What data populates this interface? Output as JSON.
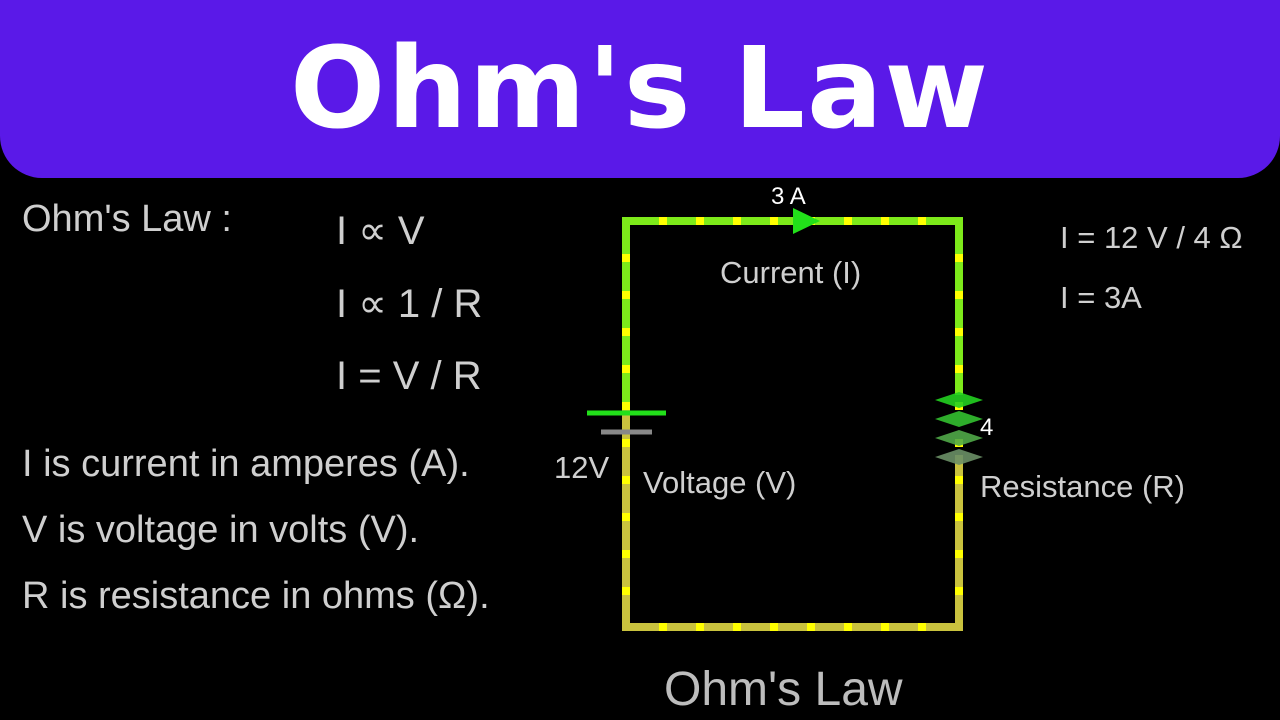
{
  "title": "Ohm's Law",
  "left": {
    "label": "Ohm's Law :",
    "formulas": [
      "I ∝ V",
      "I ∝ 1 / R",
      "I = V / R"
    ],
    "definitions": [
      "I is current in amperes (A).",
      "V is voltage in volts (V).",
      "R is resistance in ohms (Ω)."
    ]
  },
  "circuit": {
    "current_value": "3 A",
    "current_label": "Current (I)",
    "battery_value": "12V",
    "voltage_label": "Voltage (V)",
    "resistor_value": "4",
    "resistance_label": "Resistance (R)",
    "caption": "Ohm's Law",
    "colors": {
      "live_wire": "#7dea1a",
      "idle_wire": "#c9c23e",
      "dots": "#ffff00",
      "arrow": "#22e01a"
    }
  },
  "calc": [
    "I = 12 V / 4 Ω",
    "I = 3A"
  ]
}
